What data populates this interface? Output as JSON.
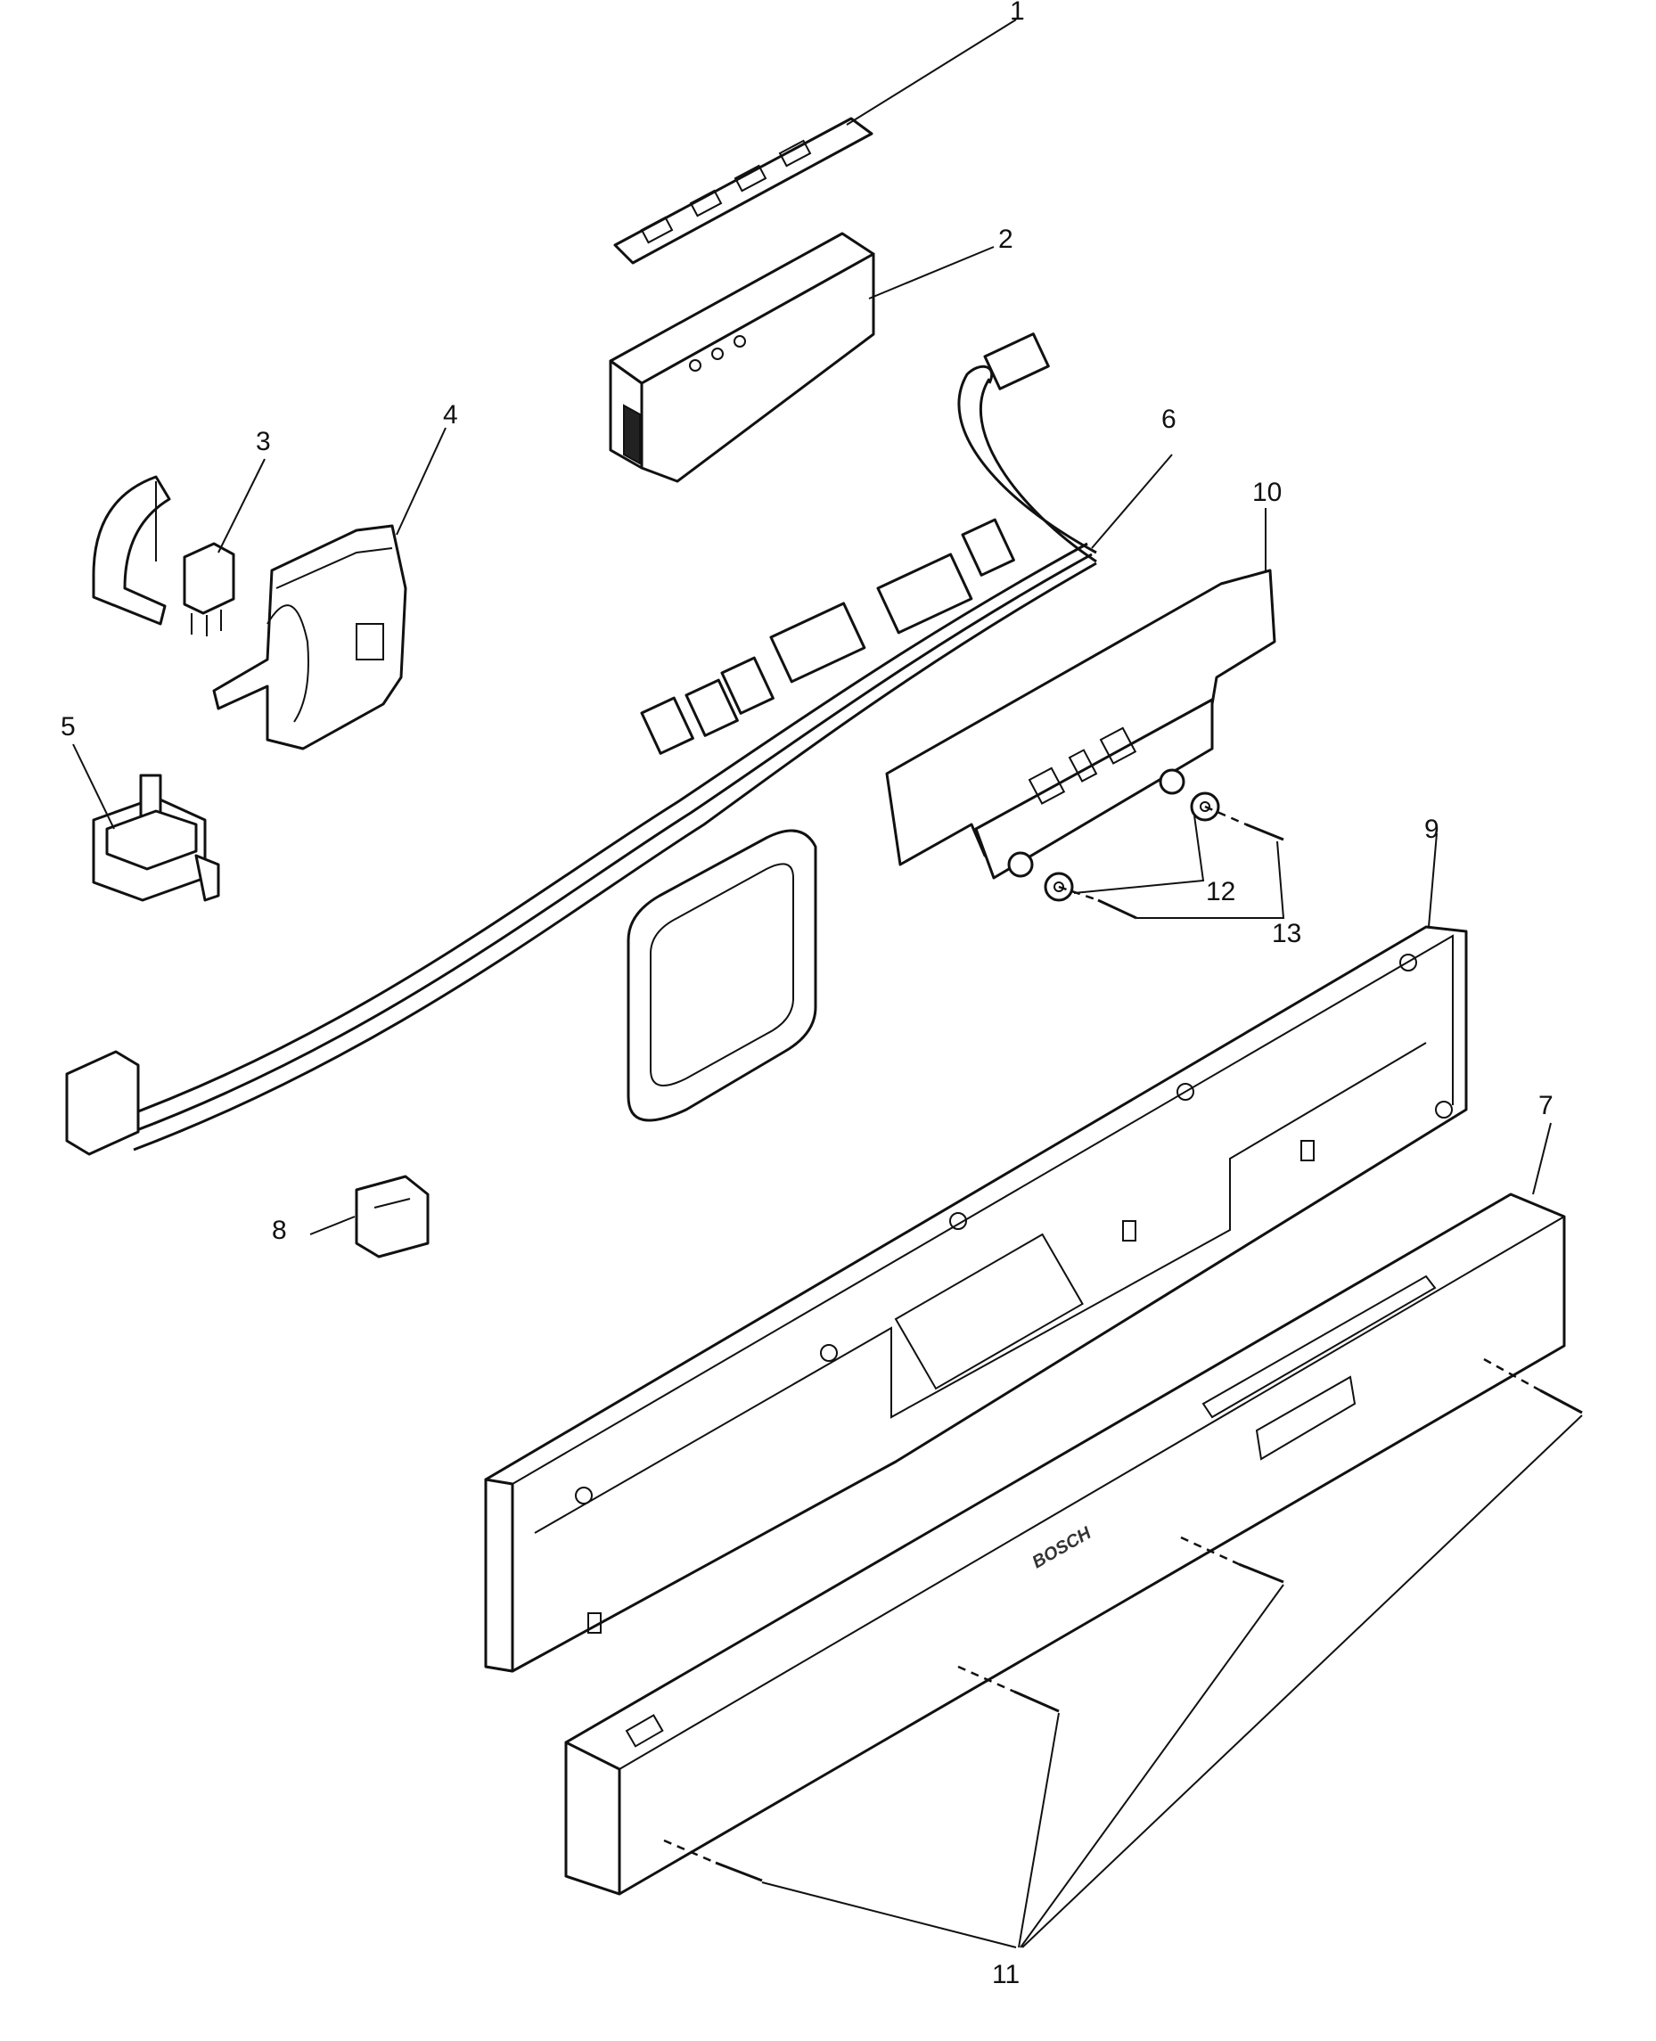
{
  "callouts": {
    "c1": "1",
    "c2": "2",
    "c3": "3",
    "c4": "4",
    "c5": "5",
    "c6": "6",
    "c7": "7",
    "c8": "8",
    "c9": "9",
    "c10": "10",
    "c11": "11",
    "c12": "12",
    "c13": "13"
  },
  "brand_mark": "BOSCH"
}
